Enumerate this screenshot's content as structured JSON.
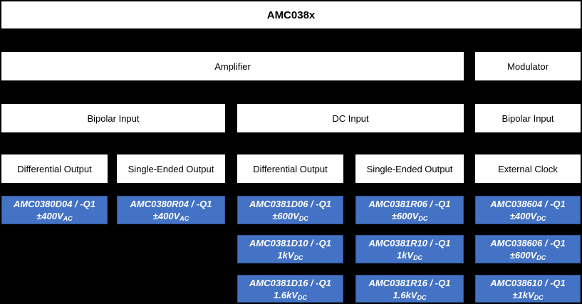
{
  "root": {
    "label": "AMC038x"
  },
  "level2": {
    "amplifier": "Amplifier",
    "modulator": "Modulator"
  },
  "level3": {
    "bipolar_left": "Bipolar Input",
    "dc": "DC Input",
    "bipolar_right": "Bipolar Input"
  },
  "outputs": [
    "Differential Output",
    "Single-Ended Output",
    "Differential Output",
    "Single-Ended Output",
    "External Clock"
  ],
  "parts": {
    "amp_bipolar_diff": [
      {
        "name": "AMC0380D04 / -Q1",
        "rating": "±400V",
        "rating_sub": "AC"
      }
    ],
    "amp_bipolar_se": [
      {
        "name": "AMC0380R04 / -Q1",
        "rating": "±400V",
        "rating_sub": "AC"
      }
    ],
    "amp_dc_diff": [
      {
        "name": "AMC0381D06 / -Q1",
        "rating": "±600V",
        "rating_sub": "DC"
      },
      {
        "name": "AMC0381D10 / -Q1",
        "rating": "1kV",
        "rating_sub": "DC"
      },
      {
        "name": "AMC0381D16 / -Q1",
        "rating": "1.6kV",
        "rating_sub": "DC"
      }
    ],
    "amp_dc_se": [
      {
        "name": "AMC0381R06 / -Q1",
        "rating": "±600V",
        "rating_sub": "DC"
      },
      {
        "name": "AMC0381R10 / -Q1",
        "rating": "1kV",
        "rating_sub": "DC"
      },
      {
        "name": "AMC0381R16 / -Q1",
        "rating": "1.6kV",
        "rating_sub": "DC"
      }
    ],
    "mod_ext_clock": [
      {
        "name": "AMC038604 / -Q1",
        "rating": "±400V",
        "rating_sub": "DC"
      },
      {
        "name": "AMC038606 / -Q1",
        "rating": "±600V",
        "rating_sub": "DC"
      },
      {
        "name": "AMC038610 / -Q1",
        "rating": "±1kV",
        "rating_sub": "DC"
      }
    ]
  },
  "colors": {
    "background": "#000000",
    "node_fill": "#FFFFFF",
    "node_text": "#000000",
    "part_fill": "#4472C4",
    "part_border": "#2F5597",
    "part_text": "#FFFFFF"
  }
}
